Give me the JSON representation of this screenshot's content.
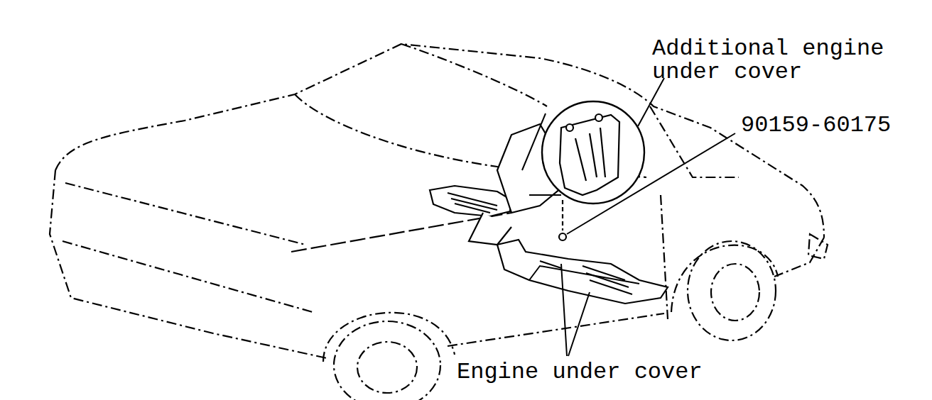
{
  "diagram": {
    "labels": [
      "Additional engine under cover",
      "90159-60175",
      "Engine under cover"
    ]
  }
}
